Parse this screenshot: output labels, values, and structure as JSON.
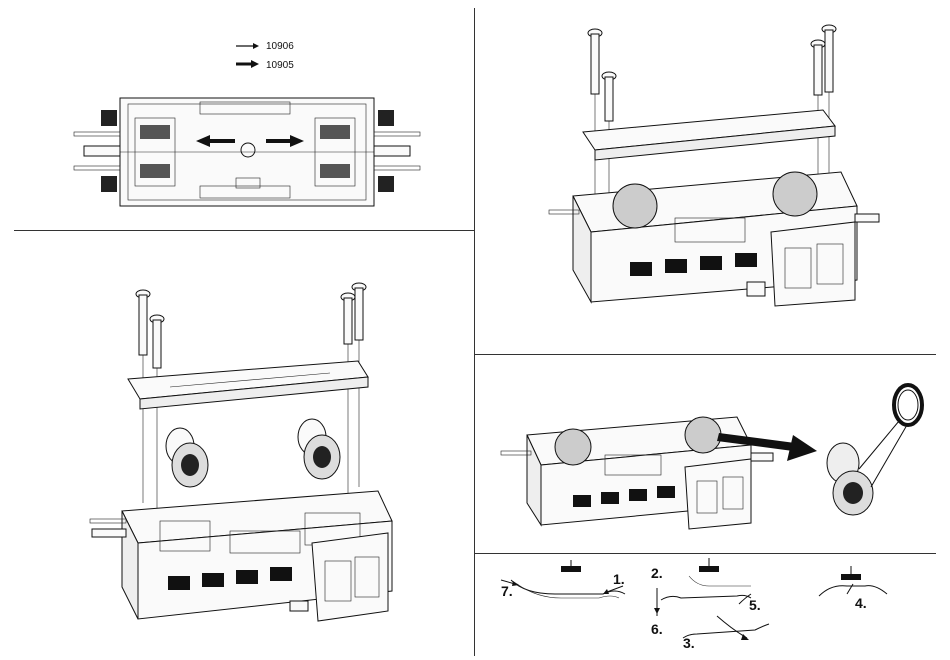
{
  "legend": [
    {
      "part": "10906",
      "arrow": "thin-arrow-icon"
    },
    {
      "part": "10905",
      "arrow": "thick-arrow-icon"
    }
  ],
  "steps": [
    {
      "num": "7."
    },
    {
      "num": "1."
    },
    {
      "num": "2."
    },
    {
      "num": "6."
    },
    {
      "num": "5."
    },
    {
      "num": "3."
    },
    {
      "num": "4."
    }
  ],
  "colors": {
    "line": "#111111",
    "background": "#ffffff",
    "divider": "#333333"
  }
}
